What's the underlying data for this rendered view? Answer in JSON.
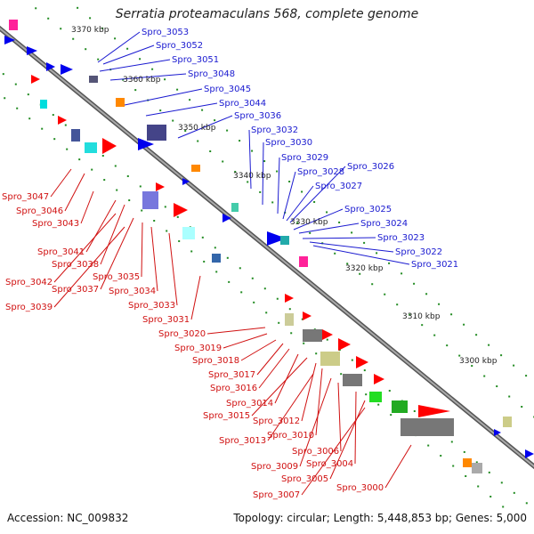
{
  "title": "Serratia proteamaculans 568, complete genome",
  "footer": {
    "accession": "Accession: NC_009832",
    "summary": "Topology: circular; Length: 5,448,853 bp; Genes: 5,000"
  },
  "colors": {
    "forward": "#ff0000",
    "reverse": "#0000ee",
    "backbone": "#888888",
    "blue_label": "#1a1ad0",
    "red_label": "#d01010",
    "tick": "#228b22"
  },
  "kbp_labels": [
    "3370 kbp",
    "3360 kbp",
    "3350 kbp",
    "3340 kbp",
    "3330 kbp",
    "3320 kbp",
    "3310 kbp",
    "3300 kbp"
  ],
  "blue_labels": [
    "Spro_3053",
    "Spro_3052",
    "Spro_3051",
    "Spro_3048",
    "Spro_3045",
    "Spro_3044",
    "Spro_3036",
    "Spro_3032",
    "Spro_3030",
    "Spro_3029",
    "Spro_3028",
    "Spro_3026",
    "Spro_3027",
    "Spro_3025",
    "Spro_3024",
    "Spro_3023",
    "Spro_3022",
    "Spro_3021"
  ],
  "red_labels": [
    "Spro_3047",
    "Spro_3046",
    "Spro_3043",
    "Spro_3041",
    "Spro_3038",
    "Spro_3042",
    "Spro_3037",
    "Spro_3035",
    "Spro_3034",
    "Spro_3039",
    "Spro_3033",
    "Spro_3031",
    "Spro_3020",
    "Spro_3019",
    "Spro_3018",
    "Spro_3017",
    "Spro_3016",
    "Spro_3014",
    "Spro_3015",
    "Spro_3012",
    "Spro_3010",
    "Spro_3013",
    "Spro_3006",
    "Spro_3009",
    "Spro_3004",
    "Spro_3005",
    "Spro_3000",
    "Spro_3007"
  ]
}
